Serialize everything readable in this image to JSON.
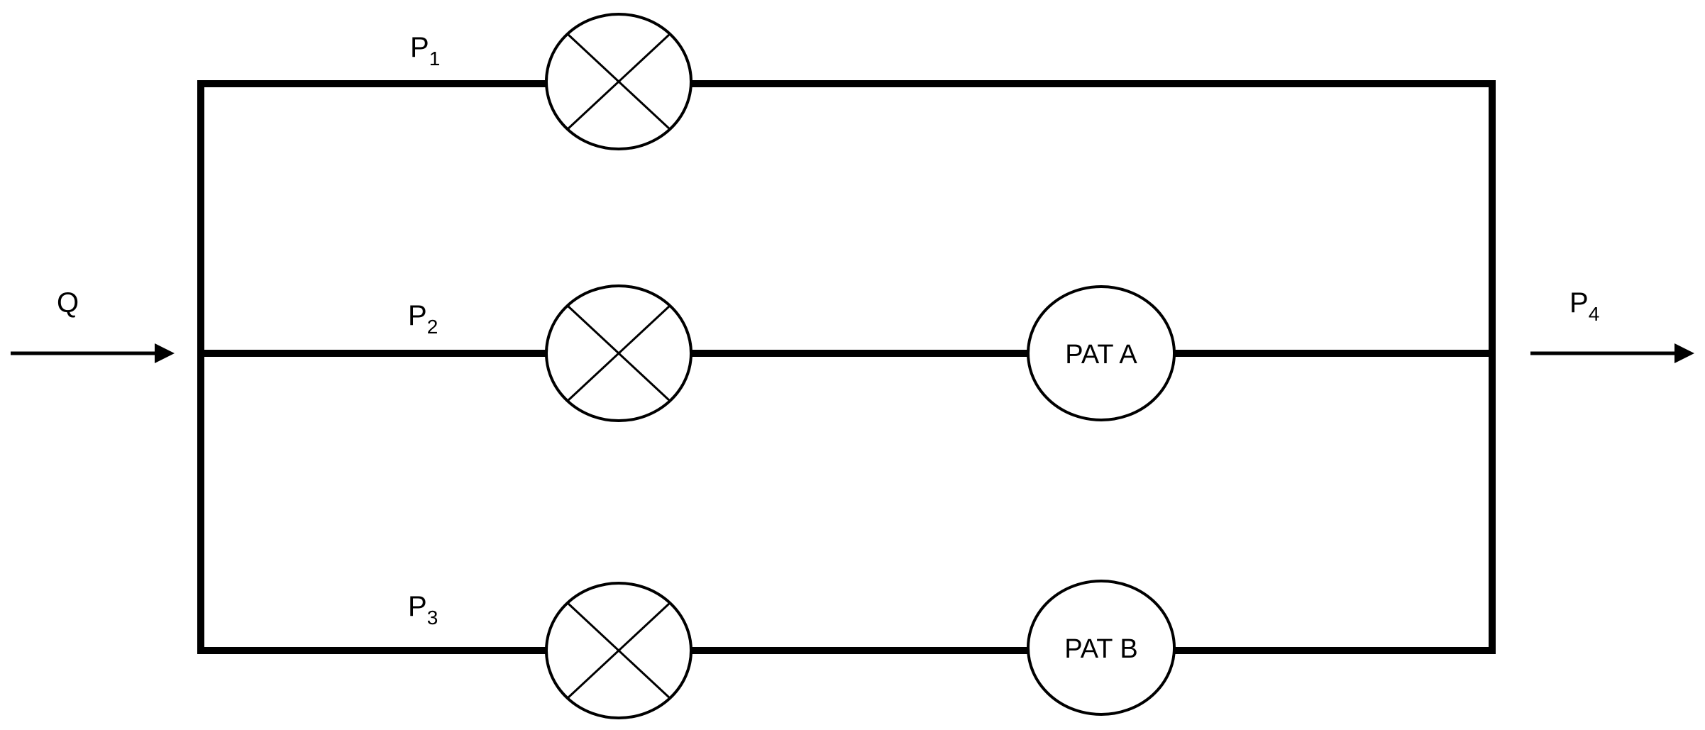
{
  "inflow_label": "Q",
  "outflow_label": {
    "base": "P",
    "sub": "4"
  },
  "branches": [
    {
      "label_base": "P",
      "label_sub": "1",
      "valve_icon": "valve-icon",
      "pat": null
    },
    {
      "label_base": "P",
      "label_sub": "2",
      "valve_icon": "valve-icon",
      "pat": "PAT A"
    },
    {
      "label_base": "P",
      "label_sub": "3",
      "valve_icon": "valve-icon",
      "pat": "PAT B"
    }
  ],
  "colors": {
    "line": "#000000",
    "background": "#ffffff"
  }
}
